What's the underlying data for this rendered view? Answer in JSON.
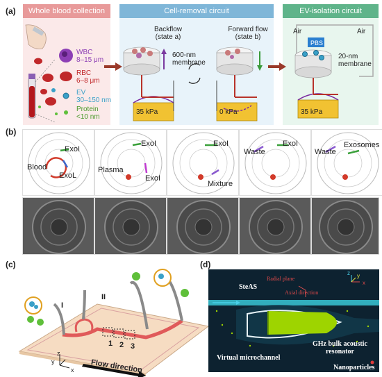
{
  "panel_labels": {
    "a": "(a)",
    "b": "(b)",
    "c": "(c)",
    "d": "(d)"
  },
  "panel_a": {
    "headers": {
      "whole_blood": "Whole blood collection",
      "cell_removal": "Cell-removal circuit",
      "ev_isolation": "EV-isolation circuit"
    },
    "components": [
      {
        "name": "WBC",
        "size": "8–15 μm"
      },
      {
        "name": "RBC",
        "size": "6–8 μm"
      },
      {
        "name": "EV",
        "size": "30–150 nm"
      },
      {
        "name": "Protein",
        "size": "<10 nm"
      }
    ],
    "backflow_title": "Backflow",
    "backflow_state": "(state a)",
    "forward_title": "Forward flow",
    "forward_state": "(state b)",
    "membrane_600": "600-nm",
    "membrane_600_label": "membrane",
    "membrane_20": "20-nm",
    "membrane_20_label": "membrane",
    "pressure_a": "35 kPa",
    "pressure_b": "0 kPa",
    "pressure_c": "35 kPa",
    "air_left": "Air",
    "air_right": "Air",
    "pbs": "PBS",
    "colors": {
      "header_red": "#e89a9a",
      "header_blue": "#7fb6d8",
      "header_green": "#5fb48a",
      "bg_red": "#fbe9e9",
      "bg_blue": "#e8f3fa",
      "bg_green": "#e8f6ee",
      "wbc": "#8d3fb5",
      "rbc": "#c0282a",
      "ev": "#3aa0c8",
      "protein": "#5fbf3a"
    }
  },
  "panel_b": {
    "frames": [
      {
        "labels": [
          "Blood",
          "ExoI",
          "ExoL"
        ]
      },
      {
        "labels": [
          "Plasma",
          "ExoI",
          "ExoI"
        ]
      },
      {
        "labels": [
          "ExoI",
          "Mixture"
        ]
      },
      {
        "labels": [
          "Waste",
          "ExoI"
        ]
      },
      {
        "labels": [
          "Waste",
          "Exosomes"
        ]
      }
    ]
  },
  "panel_c": {
    "inlet_1": "I",
    "inlet_2": "II",
    "zones": [
      "1",
      "2",
      "3"
    ],
    "flow_label": "Flow direction",
    "axes": {
      "x": "x",
      "y": "y",
      "z": "z"
    }
  },
  "panel_d": {
    "steas": "SteAS",
    "radial_plane": "Radial plane",
    "axial_direction": "Axial direction",
    "resonator_line1": "GHz bulk acoustic",
    "resonator_line2": "resonator",
    "virtual_channel": "Virtual microchannel",
    "nanoparticles": "Nanoparticles",
    "axes": {
      "x": "x",
      "y": "y",
      "z": "z"
    }
  }
}
